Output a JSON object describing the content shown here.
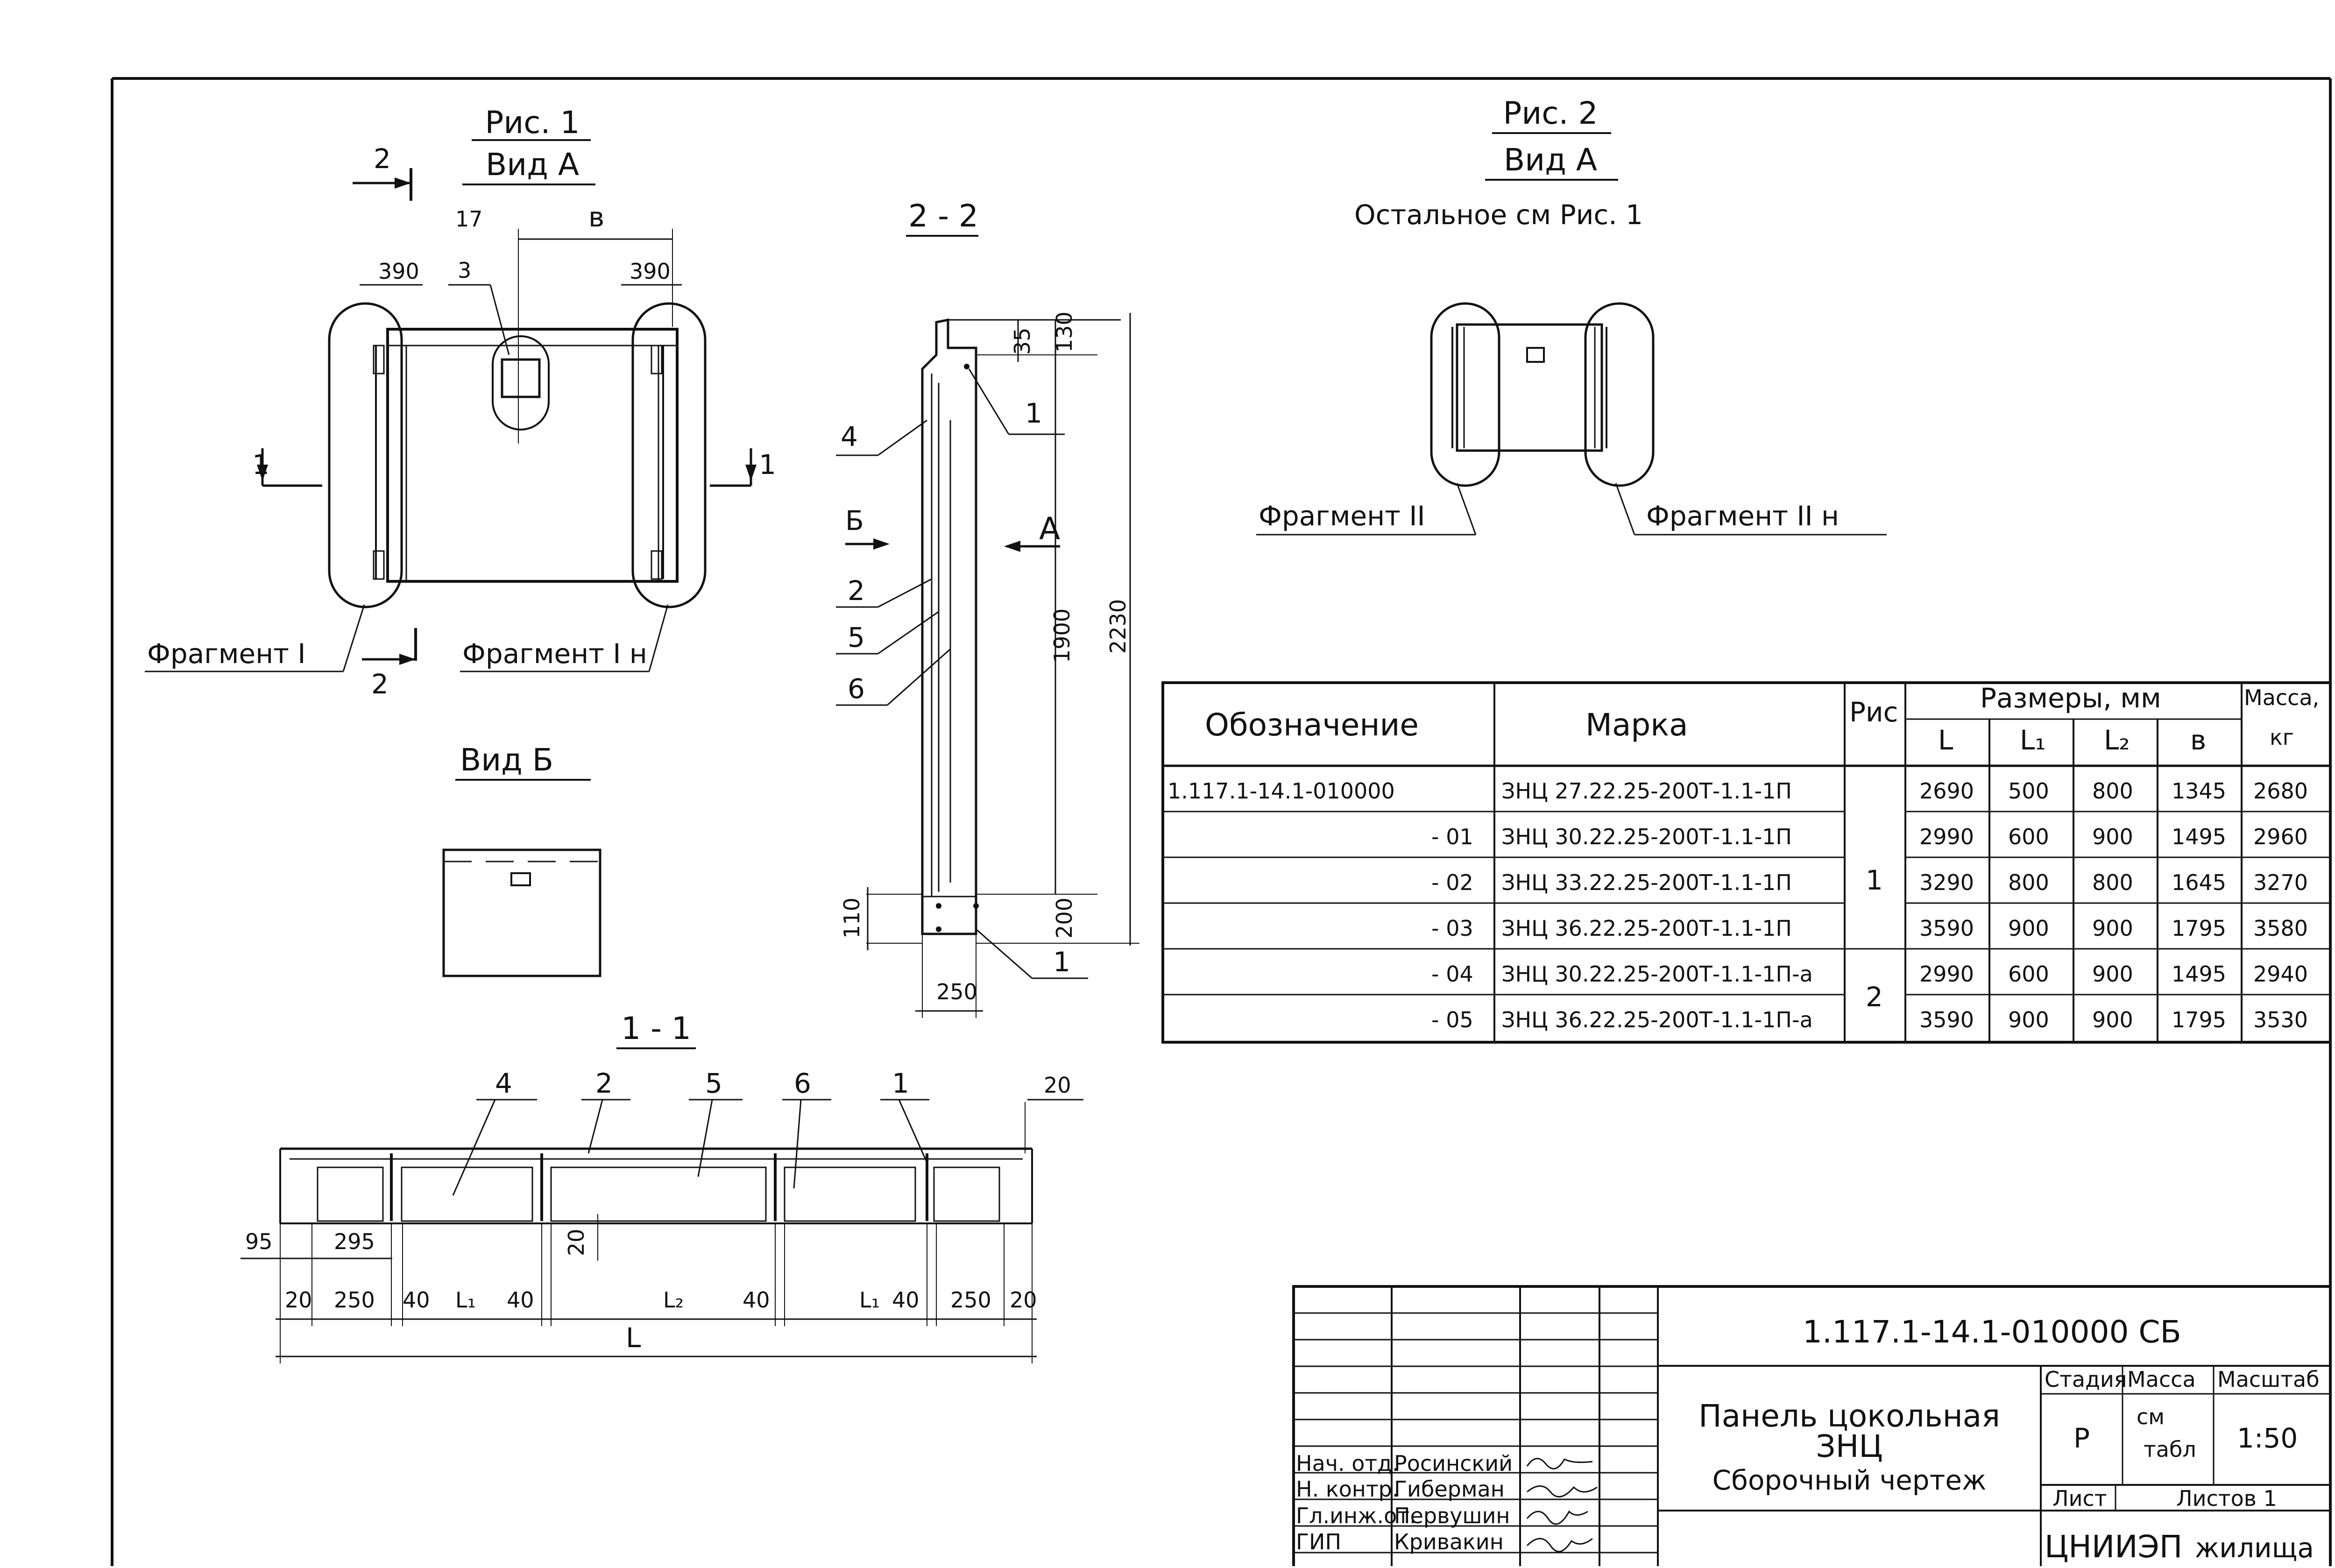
{
  "fig1": {
    "title": "Рис. 1",
    "view_a": "Вид А",
    "section_mark": "2",
    "dim_390_left": "390",
    "dim_390_right": "390",
    "callout_17": "17",
    "callout_3": "3",
    "dim_b": "в",
    "cut_mark": "1",
    "fragment_left": "Фрагмент I",
    "fragment_right": "Фрагмент I н",
    "view_b": "Вид Б"
  },
  "section_22": {
    "title": "2 - 2",
    "labels": [
      "4",
      "2",
      "5",
      "6"
    ],
    "view_b_arrow": "Б",
    "view_a_arrow": "А",
    "ref_1": "1",
    "dim_35": "35",
    "dim_130": "130",
    "dim_1900": "1900",
    "dim_2230": "2230",
    "dim_110": "110",
    "dim_200": "200",
    "dim_250": "250"
  },
  "section_11": {
    "title": "1 - 1",
    "labels": [
      "4",
      "2",
      "5",
      "6",
      "1"
    ],
    "dim_20_top": "20",
    "dim_95": "95",
    "dim_295": "295",
    "dim_20_mid": "20",
    "bottom_dims": [
      "20",
      "250",
      "40",
      "L₁",
      "40",
      "L₂",
      "40",
      "L₁",
      "40",
      "250",
      "20"
    ],
    "total": "L"
  },
  "fig2": {
    "title": "Рис. 2",
    "view_a": "Вид А",
    "note": "Остальное см  Рис. 1",
    "fragment_left": "Фрагмент II",
    "fragment_right": "Фрагмент II н"
  },
  "spec_table": {
    "headers": {
      "designation": "Обозначение",
      "mark": "Марка",
      "fig": "Рис",
      "sizes": "Размеры, мм",
      "L": "L",
      "L1": "L₁",
      "L2": "L₂",
      "b": "в",
      "mass": "Масса,",
      "mass_unit": "кг"
    },
    "rows": [
      {
        "designation": "1.117.1-14.1-010000",
        "mark": "ЗНЦ 27.22.25-200Т-1.1-1П",
        "L": "2690",
        "L1": "500",
        "L2": "800",
        "b": "1345",
        "mass": "2680"
      },
      {
        "designation": "- 01",
        "mark": "ЗНЦ 30.22.25-200Т-1.1-1П",
        "L": "2990",
        "L1": "600",
        "L2": "900",
        "b": "1495",
        "mass": "2960"
      },
      {
        "designation": "- 02",
        "mark": "ЗНЦ 33.22.25-200Т-1.1-1П",
        "L": "3290",
        "L1": "800",
        "L2": "800",
        "b": "1645",
        "mass": "3270"
      },
      {
        "designation": "- 03",
        "mark": "ЗНЦ 36.22.25-200Т-1.1-1П",
        "L": "3590",
        "L1": "900",
        "L2": "900",
        "b": "1795",
        "mass": "3580"
      },
      {
        "designation": "- 04",
        "mark": "ЗНЦ 30.22.25-200Т-1.1-1П-а",
        "L": "2990",
        "L1": "600",
        "L2": "900",
        "b": "1495",
        "mass": "2940"
      },
      {
        "designation": "- 05",
        "mark": "ЗНЦ 36.22.25-200Т-1.1-1П-а",
        "L": "3590",
        "L1": "900",
        "L2": "900",
        "b": "1795",
        "mass": "3530"
      }
    ],
    "fig_groups": [
      "1",
      "2"
    ]
  },
  "title_block": {
    "code": "1.117.1-14.1-010000  СБ",
    "title_line1": "Панель цокольная",
    "title_line2": "ЗНЦ",
    "title_line3": "Сборочный  чертеж",
    "stage_label": "Стадия",
    "mass_label": "Масса",
    "scale_label": "Масштаб",
    "stage": "Р",
    "mass_line1": "см",
    "mass_line2": "табл",
    "scale": "1:50",
    "sheet_label": "Лист",
    "sheets_label": "Листов 1",
    "org_logo": "ЦНИИЭП",
    "org_name": "жилища",
    "signatures": [
      {
        "role": "Нач. отд.",
        "name": "Росинский"
      },
      {
        "role": "Н. контр.",
        "name": "Гиберман"
      },
      {
        "role": "Гл.инж.от.",
        "name": "Первушин"
      },
      {
        "role": "ГИП",
        "name": "Кривакин"
      }
    ]
  }
}
